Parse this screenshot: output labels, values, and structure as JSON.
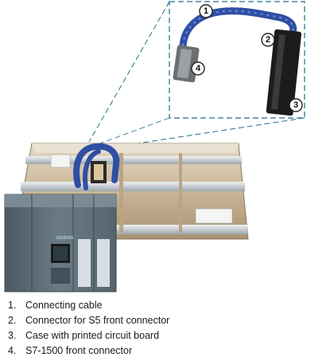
{
  "colors": {
    "detail_frame": "#1e6f8c",
    "cable": "#2f4fa3",
    "tray": "#c8b79c",
    "plc": "#5a6a74"
  },
  "callouts": [
    {
      "number": "1"
    },
    {
      "number": "2"
    },
    {
      "number": "3"
    },
    {
      "number": "4"
    }
  ],
  "legend": [
    {
      "number": "1.",
      "text": "Connecting cable"
    },
    {
      "number": "2.",
      "text": "Connector for S5 front connector"
    },
    {
      "number": "3.",
      "text": "Case with printed circuit board"
    },
    {
      "number": "4.",
      "text": "S7-1500 front connector"
    }
  ]
}
